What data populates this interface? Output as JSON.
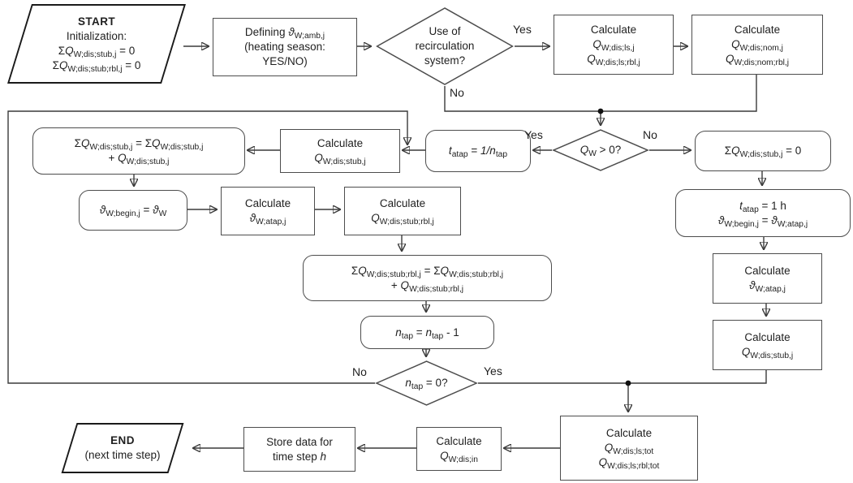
{
  "diagram": {
    "type": "flowchart",
    "colors": {
      "background": "#ffffff",
      "line": "#3a3a3a",
      "box_border": "#4d4d4d",
      "terminator_border": "#1a1a1a",
      "text": "#1f1f1f"
    },
    "nodes": {
      "start": {
        "shape": "parallelogram",
        "lines": [
          "**START**",
          "Initialization:",
          "Σ*Q*_{W;dis;stub,j} = 0",
          "Σ*Q*_{W;dis;stub;rbl,j} = 0"
        ]
      },
      "defining_theta_amb": {
        "shape": "rect",
        "lines": [
          "Defining *ϑ*_{W;amb,j}",
          "(heating season:",
          "YES/NO)"
        ]
      },
      "recirc_decision": {
        "shape": "diamond",
        "lines": [
          "Use of",
          "recirculation",
          "system?"
        ]
      },
      "calc_dis_ls": {
        "shape": "rect",
        "lines": [
          "Calculate",
          "*Q*_{W;dis;ls,j}",
          "*Q*_{W;dis;ls;rbl,j}"
        ]
      },
      "calc_dis_nom": {
        "shape": "rect",
        "lines": [
          "Calculate",
          "*Q*_{W;dis;nom,j}",
          "*Q*_{W;dis;nom;rbl,j}"
        ]
      },
      "qw_decision": {
        "shape": "diamond",
        "lines": [
          "*Q*_{W} > 0?"
        ]
      },
      "tatap_fraction": {
        "shape": "rounded",
        "lines": [
          "*t*_{atap} = *1/n*_{tap}"
        ]
      },
      "calc_stub_left": {
        "shape": "rect",
        "lines": [
          "Calculate",
          "*Q*_{W;dis;stub,j}"
        ]
      },
      "sum_stub": {
        "shape": "rounded",
        "lines": [
          "Σ*Q*_{W;dis;stub,j} = Σ*Q*_{W;dis;stub,j}",
          "+ *Q*_{W;dis;stub,j}"
        ]
      },
      "sum_stub_zero": {
        "shape": "rounded",
        "lines": [
          "Σ*Q*_{W;dis;stub,j} = 0"
        ]
      },
      "theta_begin": {
        "shape": "rounded",
        "lines": [
          "*ϑ*_{W;begin,j} = *ϑ*_{W}"
        ]
      },
      "calc_theta_atap_left": {
        "shape": "rect",
        "lines": [
          "Calculate",
          "*ϑ*_{W;atap,j}"
        ]
      },
      "calc_stub_rbl": {
        "shape": "rect",
        "lines": [
          "Calculate",
          "*Q*_{W;dis;stub;rbl,j}"
        ]
      },
      "tatap_one_hour": {
        "shape": "rounded",
        "lines": [
          "*t*_{atap} = 1 h",
          "*ϑ*_{W;begin,j} = *ϑ*_{W;atap,j}"
        ]
      },
      "sum_stub_rbl": {
        "shape": "rounded",
        "lines": [
          "Σ*Q*_{W;dis;stub;rbl,j} = Σ*Q*_{W;dis;stub;rbl,j}",
          "+ *Q*_{W;dis;stub;rbl,j}"
        ]
      },
      "calc_theta_atap_right": {
        "shape": "rect",
        "lines": [
          "Calculate",
          "*ϑ*_{W;atap,j}"
        ]
      },
      "ntap_decrement": {
        "shape": "rounded",
        "lines": [
          "*n*_{tap} = *n*_{tap} - 1"
        ]
      },
      "calc_stub_right": {
        "shape": "rect",
        "lines": [
          "Calculate",
          "*Q*_{W;dis;stub,j}"
        ]
      },
      "ntap_zero_decision": {
        "shape": "diamond",
        "lines": [
          "*n*_{tap} = 0?"
        ]
      },
      "calc_ls_tot": {
        "shape": "rect",
        "lines": [
          "Calculate",
          "*Q*_{W;dis;ls;tot}",
          "*Q*_{W;dis;ls;rbl;tot}"
        ]
      },
      "calc_dis_in": {
        "shape": "rect",
        "lines": [
          "Calculate",
          "*Q*_{W;dis;in}"
        ]
      },
      "store_data": {
        "shape": "rect",
        "lines": [
          "Store data for",
          "time step *h*"
        ]
      },
      "end": {
        "shape": "parallelogram",
        "lines": [
          "**END**",
          "(next time step)"
        ]
      }
    },
    "edge_labels": {
      "recirc_yes": "Yes",
      "recirc_no": "No",
      "qw_yes": "Yes",
      "qw_no": "No",
      "ntap_no": "No",
      "ntap_yes": "Yes"
    }
  }
}
